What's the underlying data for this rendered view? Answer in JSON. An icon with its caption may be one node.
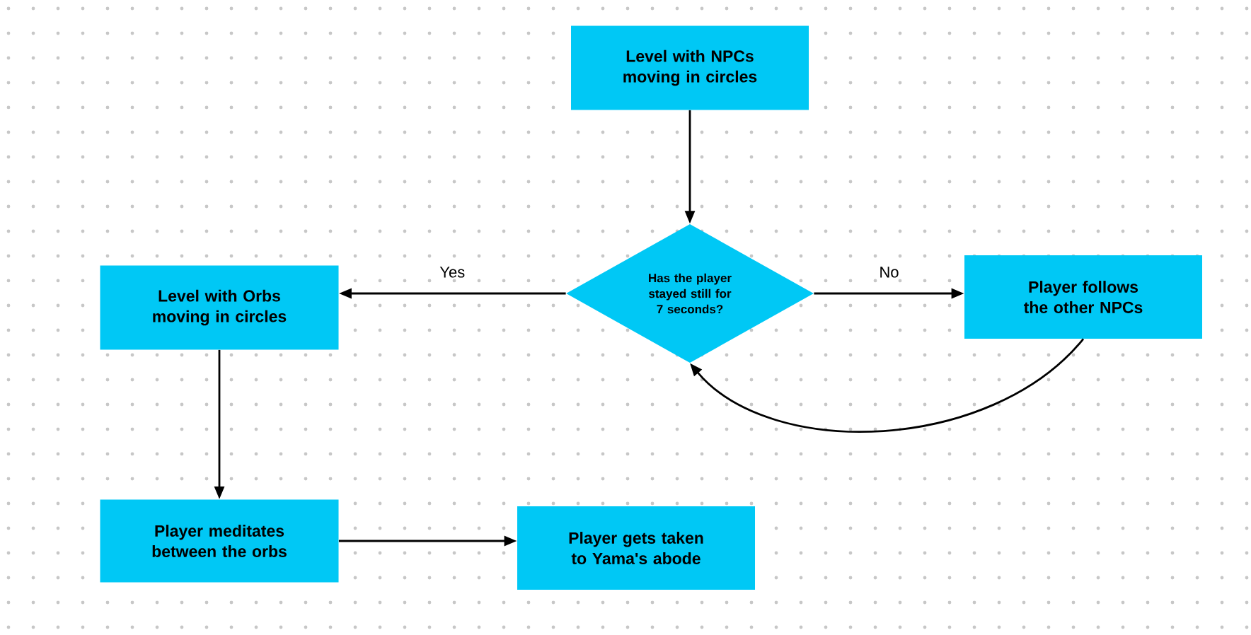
{
  "diagram": {
    "nodes": [
      {
        "text": [
          "Level with NPCs moving in circles"
        ]
      },
      {
        "text": [
          "Has the player stayed still for 7 seconds?"
        ]
      },
      {
        "text": [
          "Level with Orbs moving in circles"
        ]
      },
      {
        "text": [
          "Player follows the other NPCs"
        ]
      },
      {
        "text": [
          "Player meditates between the orbs"
        ]
      },
      {
        "text": [
          "Player gets taken to Yama's abode"
        ]
      }
    ],
    "edges": [
      {
        "from": 0,
        "to": 1,
        "arrow": "to"
      },
      {
        "from": 1,
        "to": 2,
        "arrow": "to",
        "label": "Yes"
      },
      {
        "from": 1,
        "to": 3,
        "arrow": "to",
        "label": "No"
      },
      {
        "from": 3,
        "to": 1,
        "arrow": "to"
      },
      {
        "from": 2,
        "to": 4,
        "arrow": "to"
      },
      {
        "from": 4,
        "to": 5,
        "arrow": "to"
      }
    ]
  }
}
